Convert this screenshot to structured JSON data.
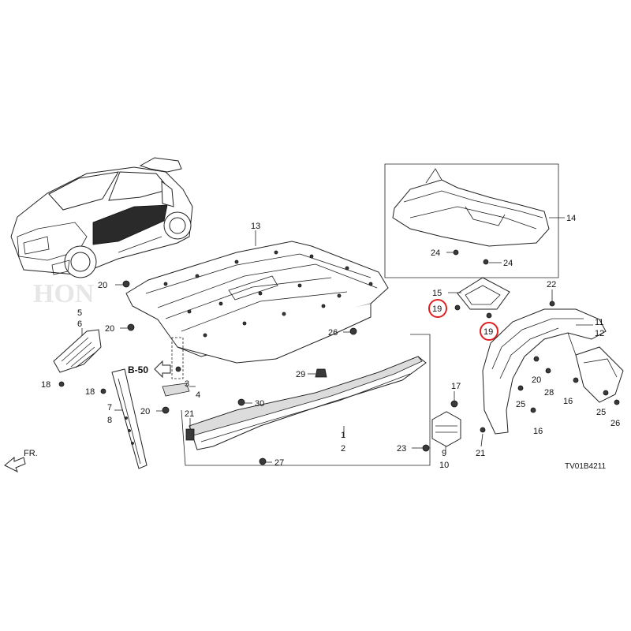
{
  "diagram": {
    "code": "TV01B4211",
    "section_ref": "B-50",
    "direction_label": "FR.",
    "watermark": "HON",
    "labels": {
      "l1": "1",
      "l2": "2",
      "l3": "3",
      "l4": "4",
      "l5": "5",
      "l6": "6",
      "l7": "7",
      "l8": "8",
      "l9": "9",
      "l10": "10",
      "l11": "11",
      "l12": "12",
      "l13": "13",
      "l14": "14",
      "l15": "15",
      "l16a": "16",
      "l16b": "16",
      "l17": "17",
      "l18a": "18",
      "l18b": "18",
      "l19a": "19",
      "l19b": "19",
      "l20a": "20",
      "l20b": "20",
      "l20c": "20",
      "l20d": "20",
      "l21a": "21",
      "l21b": "21",
      "l22": "22",
      "l23": "23",
      "l24a": "24",
      "l24b": "24",
      "l25a": "25",
      "l25b": "25",
      "l26a": "26",
      "l26b": "26",
      "l27": "27",
      "l28": "28",
      "l29": "29",
      "l30": "30"
    }
  }
}
